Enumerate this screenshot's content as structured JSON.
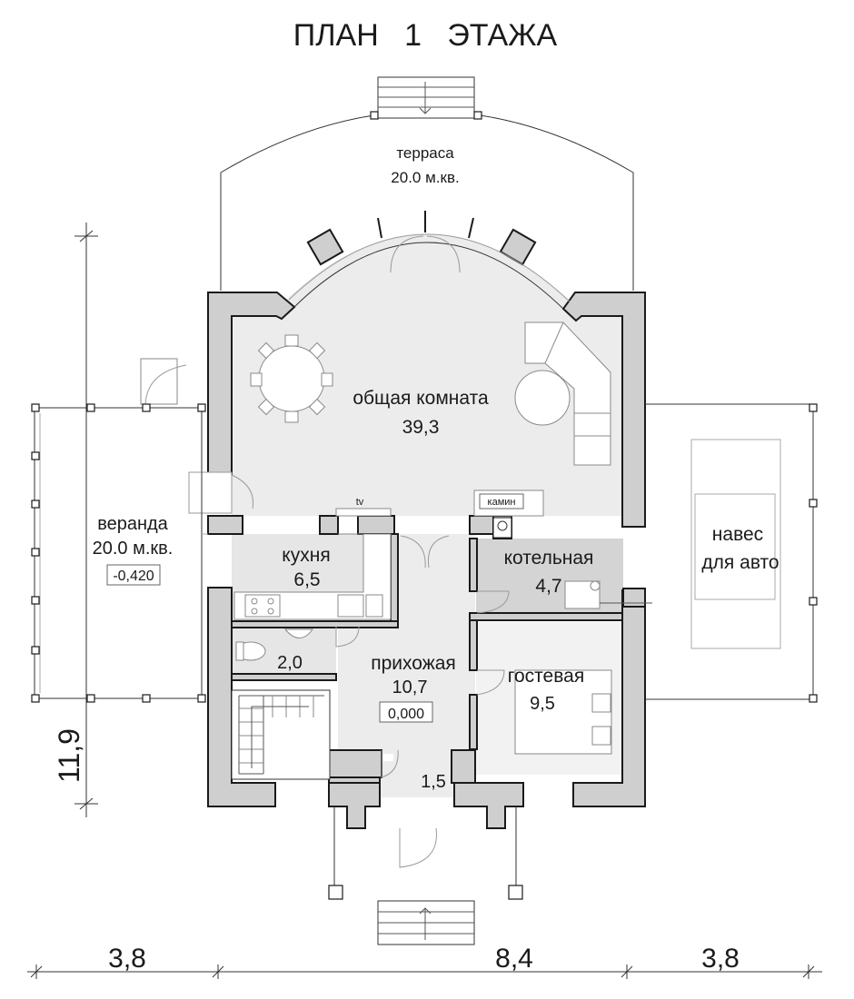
{
  "title": "ПЛАН   1   ЭТАЖА",
  "rooms": {
    "terrace": {
      "name": "терраса",
      "area": "20.0 м.кв."
    },
    "living": {
      "name": "общая комната",
      "area": "39,3"
    },
    "veranda": {
      "name": "веранда",
      "area": "20.0 м.кв.",
      "level": "-0,420"
    },
    "kitchen": {
      "name": "кухня",
      "area": "6,5"
    },
    "boiler": {
      "name": "котельная",
      "area": "4,7"
    },
    "carport": {
      "line1": "навес",
      "line2": "для авто"
    },
    "bath": {
      "area": "2,0"
    },
    "hall": {
      "name": "прихожая",
      "area": "10,7",
      "level": "0,000"
    },
    "guest": {
      "name": "гостевая",
      "area": "9,5"
    },
    "vestibule": {
      "area": "1,5"
    }
  },
  "annotations": {
    "tv": "tv",
    "fireplace": "камин"
  },
  "dimensions": {
    "left": "3,8",
    "center": "8,4",
    "right": "3,8",
    "vertical": "11,9"
  },
  "colors": {
    "wall": "#cfcfcf",
    "floor": "#ececec",
    "boiler_floor": "#d4d4d4",
    "line": "#1a1a1a"
  }
}
